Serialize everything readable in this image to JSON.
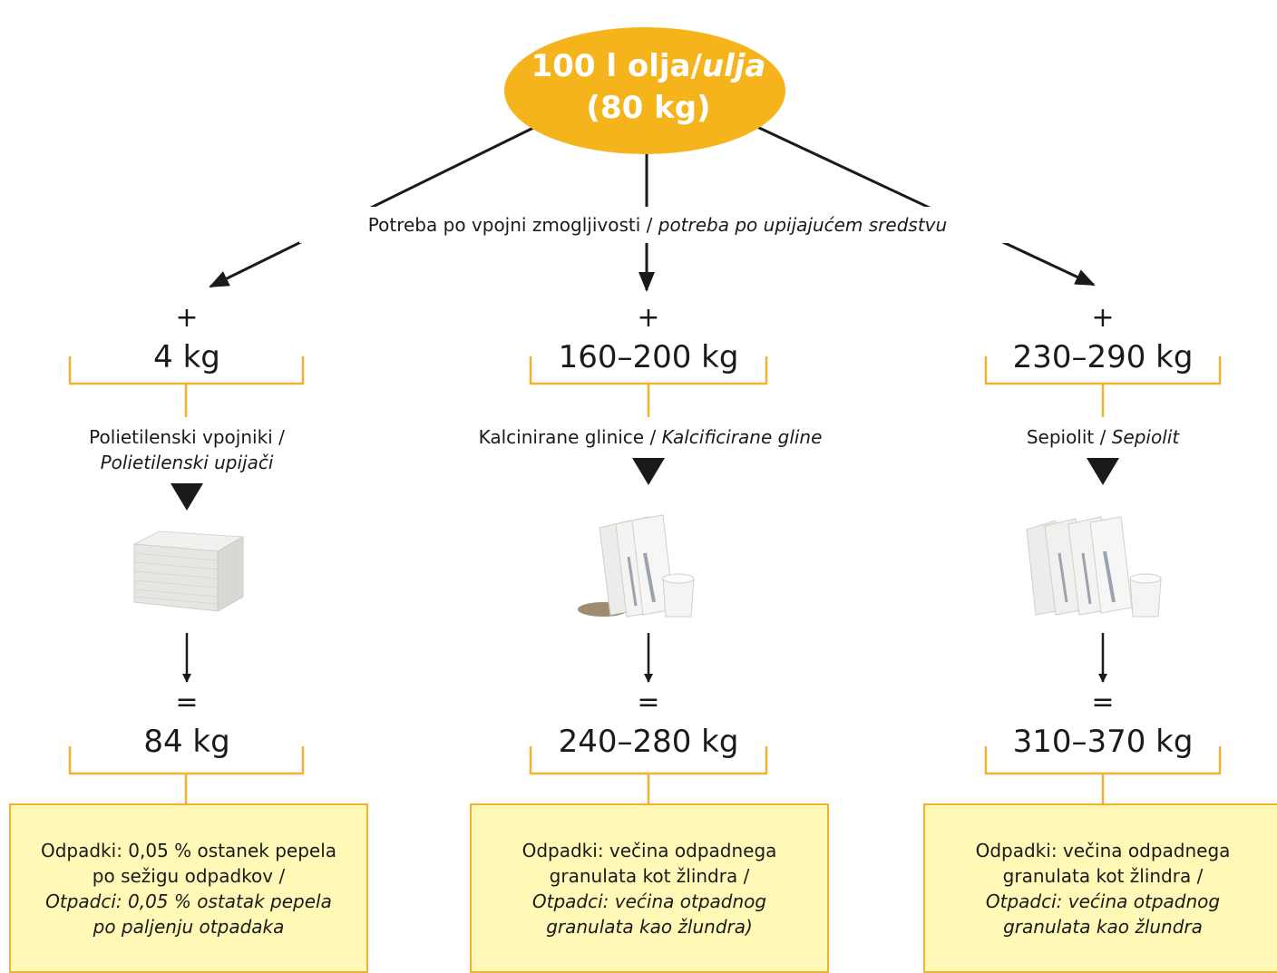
{
  "top": {
    "line1_main": "100 l olja/",
    "line1_italic": "ulja",
    "line2": "(80 kg)"
  },
  "subtitle": {
    "main": "Potreba po vpojni zmogljivosti / ",
    "italic": "potreba po upijajućem sredstvu"
  },
  "columns": [
    {
      "plus": "+",
      "added": "4 kg",
      "label_main": "Polietilenski vpojniki /",
      "label_italic": "Polietilenski upijači",
      "equals": "=",
      "total": "84 kg",
      "waste_main": "Odpadki: 0,05 % ostanek pepela po sežigu odpadkov /",
      "waste_italic": "Otpadci: 0,05 % ostatak pepela po paljenju otpadaka",
      "product_icon": "pad-stack-icon"
    },
    {
      "plus": "+",
      "added": "160–200 kg",
      "label_main": "Kalcinirane glinice /",
      "label_italic": "Kalcificirane gline",
      "equals": "=",
      "total": "240–280 kg",
      "waste_main": "Odpadki: večina odpadnega granulata kot žlindra /",
      "waste_italic": "Otpadci: većina otpadnog granulata kao žlundra)",
      "product_icon": "sacks-bucket-icon"
    },
    {
      "plus": "+",
      "added": "230–290 kg",
      "label_main": "Sepiolit /",
      "label_italic": "Sepiolit",
      "equals": "=",
      "total": "310–370 kg",
      "waste_main": "Odpadki: večina odpadnega granulata kot žlindra /",
      "waste_italic": "Otpadci: većina otpadnog granulata kao žlundra",
      "product_icon": "sacks-bucket-icon"
    }
  ],
  "colors": {
    "accent": "#f5b31c",
    "bracket": "#f2b12f",
    "waste_box": "#fff8b6",
    "ink": "#1a1a1a"
  }
}
